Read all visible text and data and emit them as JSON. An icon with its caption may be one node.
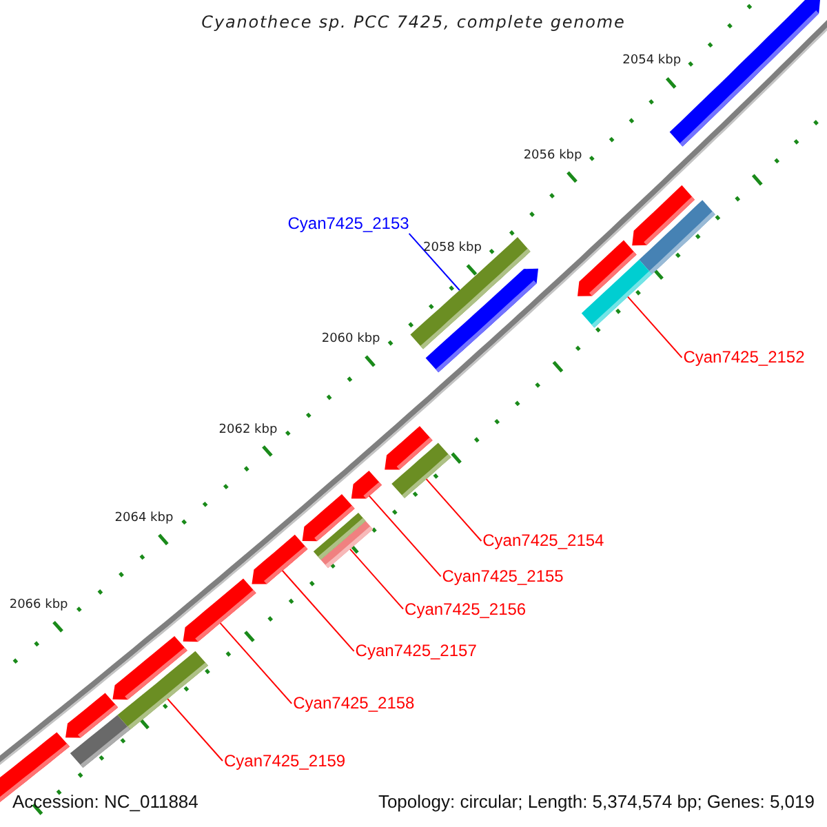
{
  "diagram": {
    "title": "Cyanothece sp. PCC 7425, complete genome",
    "nodes": [
      {
        "text": [
          "Cyan7425_2153"
        ]
      },
      {
        "text": [
          "Cyan7425_2152"
        ]
      },
      {
        "text": [
          "Cyan7425_2154"
        ]
      },
      {
        "text": [
          "Cyan7425_2155"
        ]
      },
      {
        "text": [
          "Cyan7425_2156"
        ]
      },
      {
        "text": [
          "Cyan7425_2157"
        ]
      },
      {
        "text": [
          "Cyan7425_2158"
        ]
      },
      {
        "text": [
          "Cyan7425_2159"
        ]
      },
      {
        "text": [],
        "shape": "arrow"
      },
      {
        "text": [],
        "shape": "bar"
      },
      {
        "text": [],
        "shape": "arrow"
      },
      {
        "text": [],
        "shape": "arrow"
      },
      {
        "text": [],
        "shape": "bar"
      },
      {
        "text": [],
        "shape": "bar"
      },
      {
        "text": [],
        "shape": "arrow"
      },
      {
        "text": [],
        "shape": "bar"
      },
      {
        "text": [],
        "shape": "arrow"
      },
      {
        "text": [],
        "shape": "arrow"
      },
      {
        "text": [],
        "shape": "arrow"
      },
      {
        "text": [],
        "shape": "bar"
      },
      {
        "text": [],
        "shape": "bar"
      },
      {
        "text": [],
        "shape": "arrow"
      },
      {
        "text": [],
        "shape": "arrow"
      },
      {
        "text": [],
        "shape": "bar"
      },
      {
        "text": [],
        "shape": "arrow"
      },
      {
        "text": [],
        "shape": "arrow"
      },
      {
        "text": [],
        "shape": "bar"
      },
      {
        "text": [],
        "shape": "arrow"
      }
    ],
    "edges": [
      {
        "from": 0,
        "to": 13,
        "arrow": "none",
        "color": "#0000ff"
      },
      {
        "from": 1,
        "to": 12,
        "arrow": "none"
      },
      {
        "from": 2,
        "to": 15,
        "arrow": "none"
      },
      {
        "from": 3,
        "to": 17,
        "arrow": "none"
      },
      {
        "from": 4,
        "to": 20,
        "arrow": "none"
      },
      {
        "from": 5,
        "to": 21,
        "arrow": "none"
      },
      {
        "from": 6,
        "to": 22,
        "arrow": "none"
      },
      {
        "from": 7,
        "to": 23,
        "arrow": "none"
      }
    ],
    "labels": [
      "2054 kbp",
      "2056 kbp",
      "2058 kbp",
      "2060 kbp",
      "2062 kbp",
      "2064 kbp",
      "2066 kbp",
      "Accession: NC_011884",
      "Topology: circular; Length: 5,374,574 bp; Genes: 5,019"
    ]
  }
}
